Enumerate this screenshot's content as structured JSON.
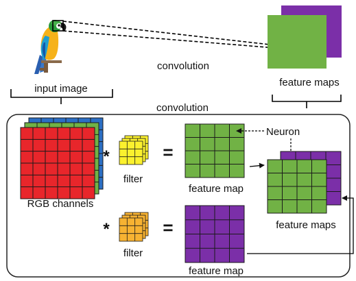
{
  "labels": {
    "convolution_top": "convolution",
    "feature_maps_top": "feature maps",
    "input_image": "input image",
    "convolution_panel": "convolution",
    "neuron": "Neuron",
    "rgb_channels": "RGB channels",
    "filter_1": "filter",
    "filter_2": "filter",
    "feature_map_1": "feature map",
    "feature_map_2": "feature map",
    "feature_maps_bottom": "feature maps"
  },
  "operators": {
    "convolve_1": "*",
    "equals_1": "=",
    "convolve_2": "*",
    "equals_2": "="
  },
  "colors": {
    "red": "#e8262b",
    "green": "#71b245",
    "blue": "#2c6fc4",
    "purple": "#7b2fa8",
    "yellow": "#fbf12e",
    "orange": "#f7b232",
    "grid_line": "#1a1a1a",
    "panel_border": "#222222"
  },
  "icons": {
    "input_picture": "parrot-icon"
  }
}
